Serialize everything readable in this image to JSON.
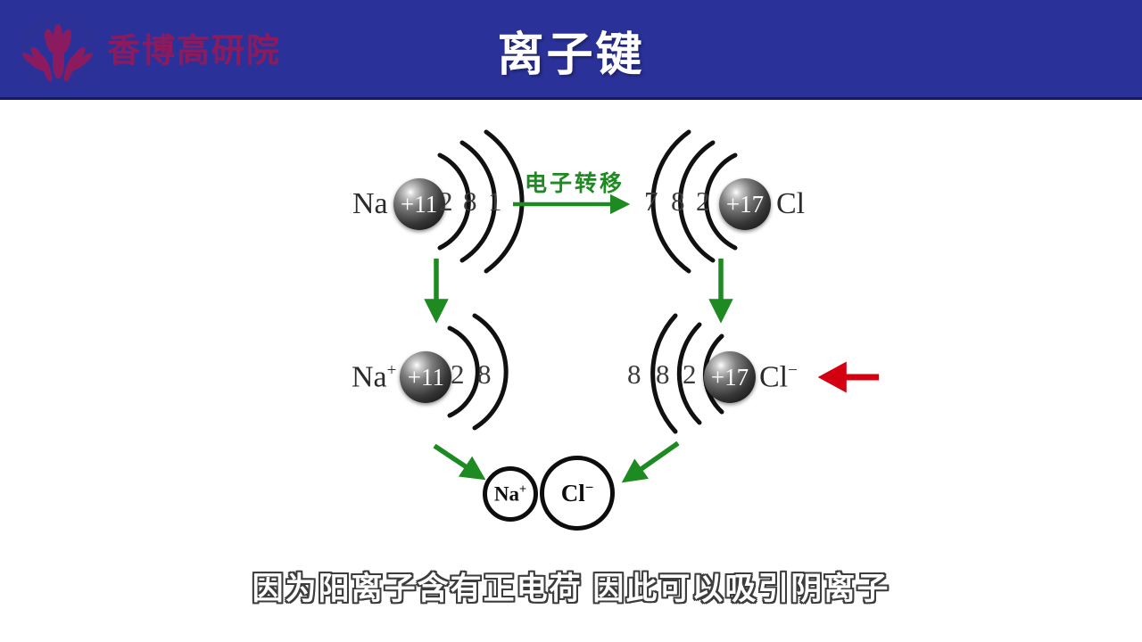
{
  "header": {
    "title": "离子键",
    "brand_name": "香博高研院",
    "background_color": "#2a329a",
    "brand_color": "#8e1a5e",
    "title_color": "#ffffff"
  },
  "diagram": {
    "transfer_label": "电子转移",
    "arrow_color_green": "#1e8b22",
    "arrow_color_red": "#d40012",
    "atoms": [
      {
        "id": "sodium-atom",
        "element": "Na",
        "charge_superscript": "",
        "nucleus_charge": "+11",
        "shells": [
          "2",
          "8",
          "1"
        ],
        "shell_side": "right",
        "label_side": "left"
      },
      {
        "id": "chlorine-atom",
        "element": "Cl",
        "charge_superscript": "",
        "nucleus_charge": "+17",
        "shells": [
          "7",
          "8",
          "2"
        ],
        "shell_side": "left",
        "label_side": "right"
      },
      {
        "id": "sodium-ion",
        "element": "Na",
        "charge_superscript": "+",
        "nucleus_charge": "+11",
        "shells": [
          "2",
          "8"
        ],
        "shell_side": "right",
        "label_side": "left"
      },
      {
        "id": "chloride-ion",
        "element": "Cl",
        "charge_superscript": "−",
        "nucleus_charge": "+17",
        "shells": [
          "8",
          "8",
          "2"
        ],
        "shell_side": "left",
        "label_side": "right"
      }
    ],
    "product": {
      "cation_label": "Na",
      "cation_superscript": "+",
      "anion_label": "Cl",
      "anion_superscript": "−"
    }
  },
  "subtitle": {
    "text": "因为阳离子含有正电荷  因此可以吸引阴离子"
  }
}
